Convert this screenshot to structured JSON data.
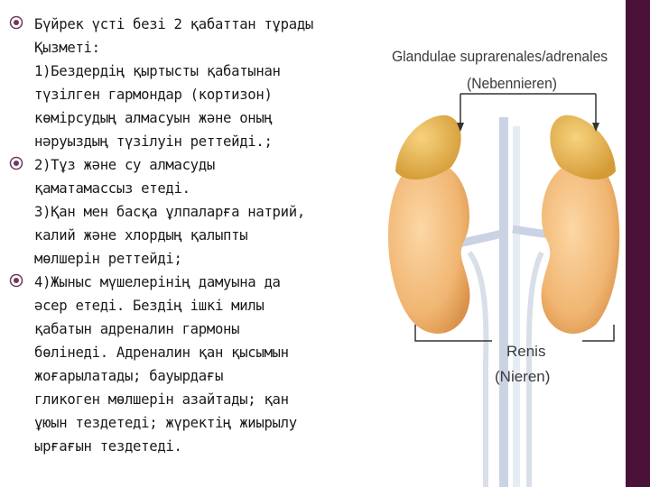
{
  "text": {
    "items": [
      {
        "lines": [
          "Бүйрек үсті безі 2 қабаттан тұрады",
          "Қызметі:",
          "1)Бездердің қыртысты қабатынан",
          "түзілген гармондар (кортизон)",
          "көмірсудың алмасуын және оның",
          "нәруыздың түзілуін реттейді.;"
        ]
      },
      {
        "lines": [
          "2)Тұз және су алмасуды",
          "қаматамассыз етеді.",
          "3)Қан мен басқа ұлпаларға натрий,",
          "калий және хлордың қалыпты",
          "мөлшерін реттейді;"
        ]
      },
      {
        "lines": [
          " 4)Жыныс мүшелерінің дамуына да",
          "әсер етеді. Бездің ішкі милы",
          "қабатын адреналин гармоны",
          "бөлінеді. Адреналин қан қысымын",
          "жоғарылатады; бауырдағы",
          "гликоген мөлшерін азайтады; қан",
          "ұюын тездетеді; жүректің жиырылу",
          "ырғағын тездетеді."
        ]
      }
    ]
  },
  "figure": {
    "label_top": "Glandulae suprarenales/adrenales",
    "label_top_sub": "(Nebennieren)",
    "label_bottom": "Renis",
    "label_bottom_sub": "(Nieren)"
  },
  "colors": {
    "bullet": "#6b3a5e",
    "accent_bar": "#4a1238",
    "kidney": "#f0b571",
    "adrenal": "#e8b352"
  },
  "icons": {
    "bullet": "target-bullet-icon"
  }
}
